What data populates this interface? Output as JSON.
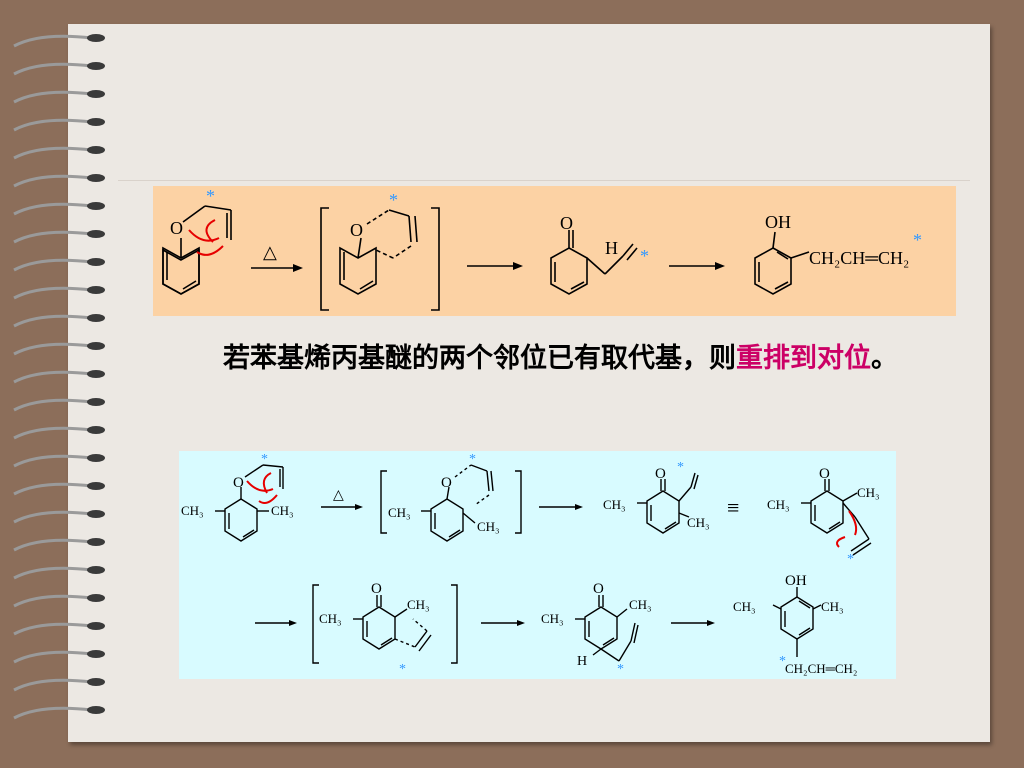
{
  "slide": {
    "text_before": "若苯基烯丙基醚的两个邻位已有取代基，则",
    "text_highlight": "重排到对位",
    "text_after": "。",
    "highlight_color": "#cc0066"
  },
  "scheme1": {
    "heat_symbol": "△",
    "label_O": "O",
    "label_H": "H",
    "label_OH": "OH",
    "product_formula": "CH₂CH═CH₂",
    "mark": "*"
  },
  "scheme2": {
    "heat_symbol": "△",
    "label_O": "O",
    "label_OH": "OH",
    "label_H": "H",
    "label_CH3": "CH₃",
    "equivalence": "≡",
    "product_formula": "CH₂CH═CH₂",
    "mark": "*"
  },
  "colors": {
    "background": "#8c6e5a",
    "paper": "#ece8e3",
    "panel1": "#fcd2a4",
    "panel2": "#d8fbff",
    "arrow_curved": "#e60000",
    "mark": "#3399ff"
  }
}
